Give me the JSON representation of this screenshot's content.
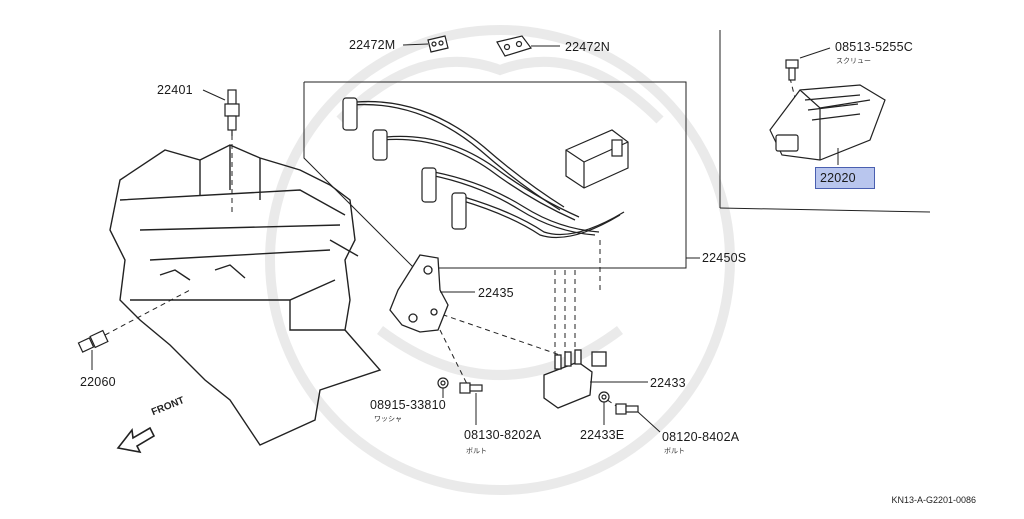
{
  "labels": {
    "p22472M": "22472M",
    "p22472N": "22472N",
    "p22401": "22401",
    "p085135255C": "08513-5255C",
    "p22020": "22020",
    "p22450S": "22450S",
    "p22435": "22435",
    "p22060": "22060",
    "p22433": "22433",
    "p0891533810": "08915-33810",
    "p081308202A": "08130-8202A",
    "p22433E": "22433E",
    "p081208402A": "08120-8402A"
  },
  "sublabels": {
    "screw": "スクリュー",
    "washer": "ワッシャ",
    "bolt1": "ボルト",
    "bolt2": "ボルト"
  },
  "front_label": "FRONT",
  "footer_code": "KN13-A-G2201-0086",
  "colors": {
    "highlight": "#b9c6ee",
    "line": "#222222"
  }
}
